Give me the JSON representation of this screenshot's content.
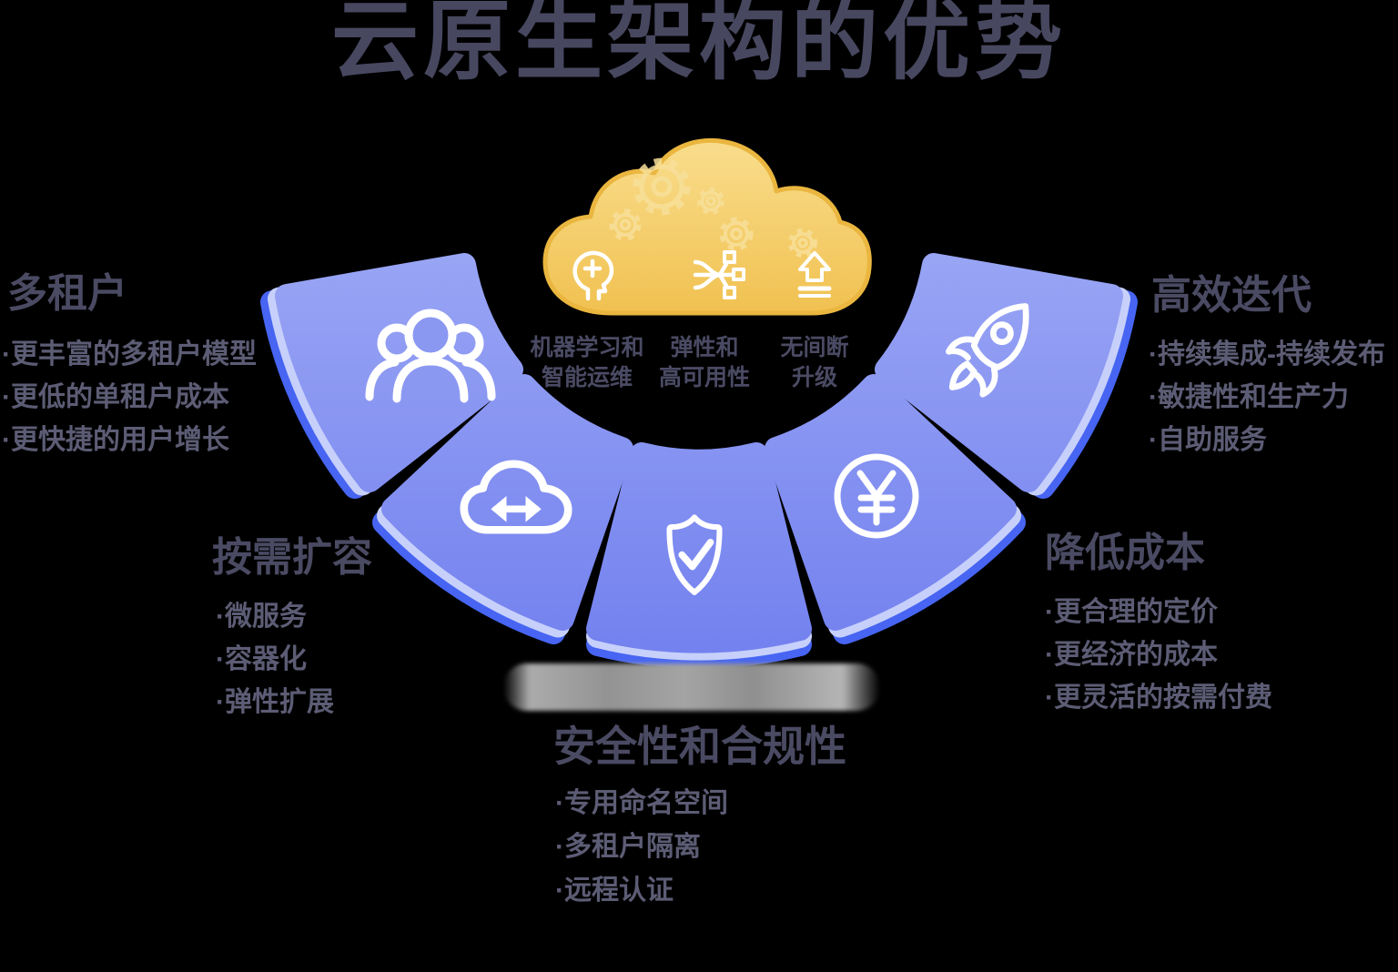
{
  "title": "云原生架构的优势",
  "palette": {
    "background": "#000000",
    "title_color": "#474760",
    "heading_color": "#4A4A63",
    "bullet_color": "#5C5C75",
    "segment_blue": "#8390F0",
    "segment_shadow_blue": "#4765F2",
    "segment_rim_light": "#C7D0FB",
    "cloud_gold": "#F3C85C",
    "cloud_edge_gold": "#EAB63F",
    "gear_gold": "#F8E09A",
    "icon_white": "#FFFFFF",
    "ground_shadow_gray": "#9E9E9E"
  },
  "cloud": {
    "labels": [
      {
        "line1": "机器学习和",
        "line2": "智能运维"
      },
      {
        "line1": "弹性和",
        "line2": "高可用性"
      },
      {
        "line1": "无间断",
        "line2": "升级"
      }
    ]
  },
  "sections": [
    {
      "id": "multi-tenant",
      "icon": "users-icon",
      "heading": "多租户",
      "bullets": [
        "·更丰富的多租户模型",
        "·更低的单租户成本",
        "·更快捷的用户增长"
      ]
    },
    {
      "id": "scale-on-demand",
      "icon": "cloud-sync-icon",
      "heading": "按需扩容",
      "bullets": [
        "·微服务",
        "·容器化",
        "·弹性扩展"
      ]
    },
    {
      "id": "security-compliance",
      "icon": "shield-check-icon",
      "heading": "安全性和合规性",
      "bullets": [
        "·专用命名空间",
        "·多租户隔离",
        "·远程认证"
      ]
    },
    {
      "id": "cost-reduction",
      "icon": "yuan-circle-icon",
      "heading": "降低成本",
      "bullets": [
        "·更合理的定价",
        "·更经济的成本",
        "·更灵活的按需付费"
      ]
    },
    {
      "id": "efficient-iteration",
      "icon": "rocket-icon",
      "heading": "高效迭代",
      "bullets": [
        "·持续集成-持续发布",
        "·敏捷性和生产力",
        "·自助服务"
      ]
    }
  ]
}
